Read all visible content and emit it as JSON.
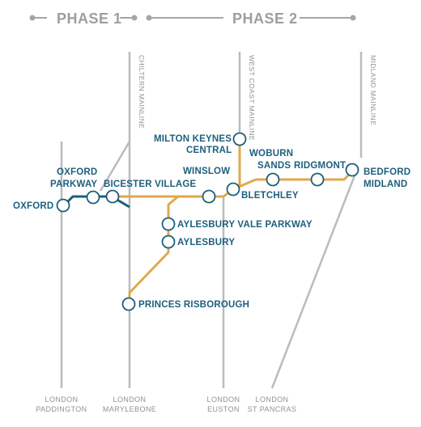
{
  "phases": {
    "phase1": "PHASE 1",
    "phase2": "PHASE 2"
  },
  "mainlines": {
    "chiltern": "CHILTERN MAINLINE",
    "west_coast": "WEST COAST MAINLINE",
    "midland": "MIDLAND MAINLINE"
  },
  "stations": {
    "oxford": "OXFORD",
    "oxford_parkway_1": "OXFORD",
    "oxford_parkway_2": "PARKWAY",
    "bicester_village": "BICESTER VILLAGE",
    "winslow": "WINSLOW",
    "milton_keynes_1": "MILTON KEYNES",
    "milton_keynes_2": "CENTRAL",
    "bletchley": "BLETCHLEY",
    "woburn_sands_1": "WOBURN",
    "woburn_sands_2": "SANDS",
    "ridgmont": "RIDGMONT",
    "bedford_midland_1": "BEDFORD",
    "bedford_midland_2": "MIDLAND",
    "aylesbury_vale_parkway": "AYLESBURY VALE PARKWAY",
    "aylesbury": "AYLESBURY",
    "princes_risborough": "PRINCES RISBOROUGH"
  },
  "termini": {
    "paddington_1": "LONDON",
    "paddington_2": "PADDINGTON",
    "marylebone_1": "LONDON",
    "marylebone_2": "MARYLEBONE",
    "euston_1": "LONDON",
    "euston_2": "EUSTON",
    "st_pancras_1": "LONDON",
    "st_pancras_2": "ST PANCRAS"
  },
  "colors": {
    "existing_line": "#b9bcbe",
    "new_route": "#e2a84b",
    "station_text": "#1d5f7c",
    "phase_text": "#9a9fa3"
  }
}
